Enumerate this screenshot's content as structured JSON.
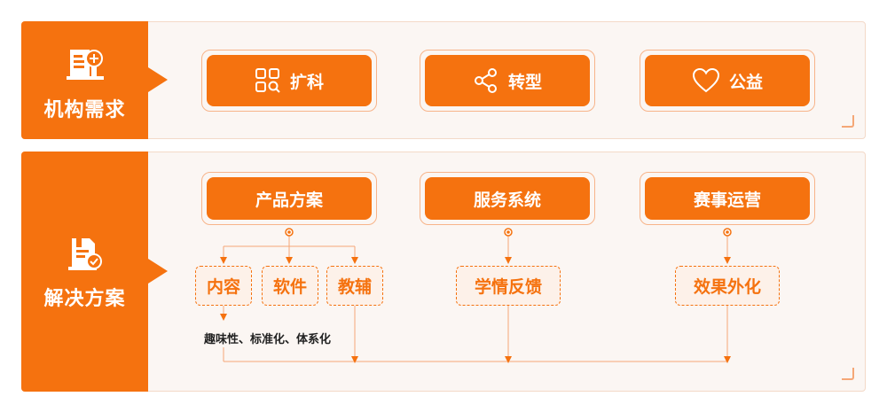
{
  "colors": {
    "accent": "#f5720f",
    "panel_bg": "#fbf6f3",
    "dashed_fill": "#fdf1e9"
  },
  "row1": {
    "title": "机构需求",
    "icon": "document-add-icon",
    "items": [
      {
        "label": "扩科",
        "icon": "grid-search-icon"
      },
      {
        "label": "转型",
        "icon": "share-nodes-icon"
      },
      {
        "label": "公益",
        "icon": "heart-icon"
      }
    ]
  },
  "row2": {
    "title": "解决方案",
    "icon": "document-check-icon",
    "solutions": [
      {
        "label": "产品方案"
      },
      {
        "label": "服务系统"
      },
      {
        "label": "赛事运营"
      }
    ],
    "sub_items": [
      {
        "label": "内容"
      },
      {
        "label": "软件"
      },
      {
        "label": "教辅"
      },
      {
        "label": "学情反馈"
      },
      {
        "label": "效果外化"
      }
    ],
    "note": "趣味性、标准化、体系化"
  }
}
